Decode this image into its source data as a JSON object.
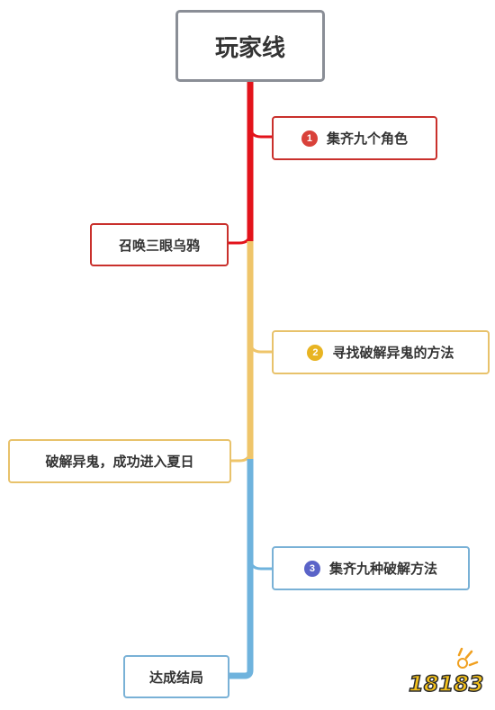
{
  "root": {
    "label": "玩家线"
  },
  "nodes": [
    {
      "text": "集齐九个角色",
      "badge": "1",
      "badge_color": "#d9413a",
      "side": "right",
      "phase_color": "#e3131b"
    },
    {
      "text": "召唤三眼乌鸦",
      "side": "left",
      "phase_color": "#e3131b"
    },
    {
      "text": "寻找破解异鬼的方法",
      "badge": "2",
      "badge_color": "#e8b422",
      "side": "right",
      "phase_color": "#efc56a"
    },
    {
      "text": "破解异鬼，成功进入夏日",
      "side": "left",
      "phase_color": "#efc56a"
    },
    {
      "text": "集齐九种破解方法",
      "badge": "3",
      "badge_color": "#5a63c8",
      "side": "right",
      "phase_color": "#6fb3dd"
    },
    {
      "text": "达成结局",
      "side": "left",
      "phase_color": "#6fb3dd"
    }
  ],
  "watermark": {
    "text": "18183"
  }
}
